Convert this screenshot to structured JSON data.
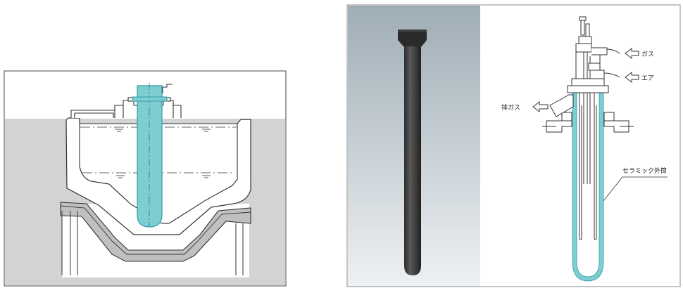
{
  "labels": {
    "gas": "ガス",
    "air": "エア",
    "exhaust": "排ガス",
    "outer_tube": "セラミック外筒"
  },
  "colors": {
    "tube_fill": "#7dcdd1",
    "tube_stroke": "#2e9ea6",
    "panel_gray": "#d2d3d5",
    "line": "#333333"
  }
}
